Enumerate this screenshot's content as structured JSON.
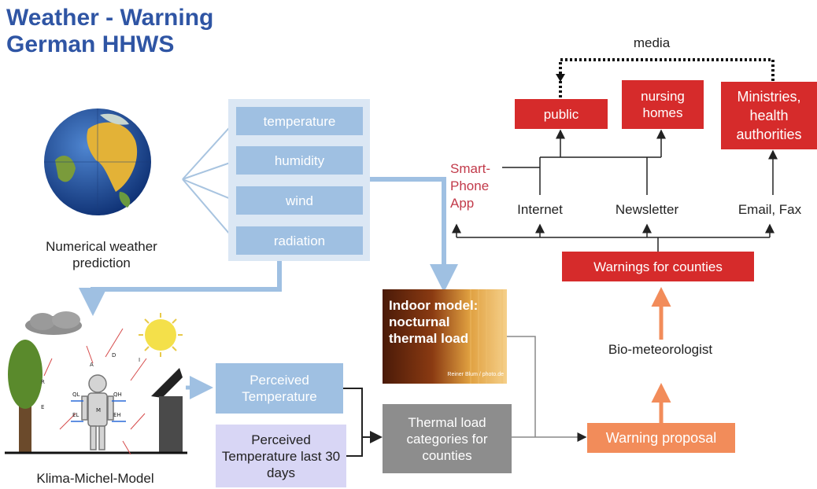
{
  "title": {
    "line1": "Weather - Warning",
    "line2": "German HHWS"
  },
  "sources": {
    "nwp_label": "Numerical weather prediction",
    "kmm_label": "Klima-Michel-Model"
  },
  "parameters": [
    "temperature",
    "humidity",
    "wind",
    "radiation"
  ],
  "perceived": {
    "pt": "Perceived Temperature",
    "pt30": "Perceived Temperature last 30 days"
  },
  "indoor": {
    "text": "Indoor model: nocturnal thermal load",
    "credit": "Reiner Blum / photo.de"
  },
  "categories_box": "Thermal load categories for counties",
  "warning_proposal": "Warning proposal",
  "biometeorologist": "Bio-meteorologist",
  "warnings_counties": "Warnings for counties",
  "channels": {
    "app": "Smart-Phone App",
    "internet": "Internet",
    "newsletter": "Newsletter",
    "email_fax": "Email, Fax",
    "media": "media"
  },
  "recipients": {
    "public": "public",
    "nursing": "nursing homes",
    "ministries": "Ministries, health authorities"
  },
  "kmm_symbols": {
    "a": "A",
    "d": "D",
    "i": "I",
    "r": "R",
    "e": "E",
    "m": "M",
    "ql": "QL",
    "qh": "QH",
    "el": "EL",
    "eh": "EH"
  },
  "colors": {
    "title": "#2f55a4",
    "red": "#d62b2b",
    "blue": "#9fc0e2",
    "orange": "#f28c5a",
    "gray": "#8d8d8d"
  }
}
